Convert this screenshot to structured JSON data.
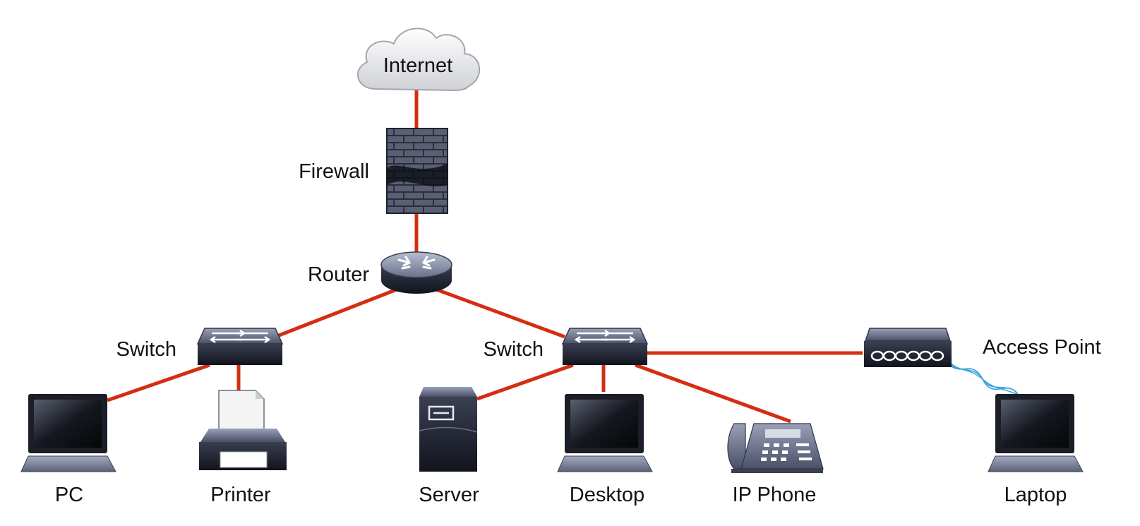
{
  "colors": {
    "link": "#d42e12",
    "wireless": "#3aa6d8",
    "device_dark": "#1f2433",
    "device_mid": "#4a5066",
    "device_light": "#8c93ab"
  },
  "nodes": {
    "internet": {
      "label": "Internet",
      "icon": "cloud-icon"
    },
    "firewall": {
      "label": "Firewall",
      "icon": "firewall-icon"
    },
    "router": {
      "label": "Router",
      "icon": "router-icon"
    },
    "switch_left": {
      "label": "Switch",
      "icon": "switch-icon"
    },
    "switch_center": {
      "label": "Switch",
      "icon": "switch-icon"
    },
    "access_point": {
      "label": "Access Point",
      "icon": "access-point-icon"
    },
    "pc": {
      "label": "PC",
      "icon": "laptop-icon"
    },
    "printer": {
      "label": "Printer",
      "icon": "printer-icon"
    },
    "server": {
      "label": "Server",
      "icon": "server-icon"
    },
    "desktop": {
      "label": "Desktop",
      "icon": "laptop-icon"
    },
    "ip_phone": {
      "label": "IP Phone",
      "icon": "ip-phone-icon"
    },
    "laptop": {
      "label": "Laptop",
      "icon": "laptop-icon"
    }
  },
  "links": [
    {
      "from": "internet",
      "to": "firewall",
      "type": "wired"
    },
    {
      "from": "firewall",
      "to": "router",
      "type": "wired"
    },
    {
      "from": "router",
      "to": "switch_left",
      "type": "wired"
    },
    {
      "from": "router",
      "to": "switch_center",
      "type": "wired"
    },
    {
      "from": "switch_left",
      "to": "pc",
      "type": "wired"
    },
    {
      "from": "switch_left",
      "to": "printer",
      "type": "wired"
    },
    {
      "from": "switch_center",
      "to": "server",
      "type": "wired"
    },
    {
      "from": "switch_center",
      "to": "desktop",
      "type": "wired"
    },
    {
      "from": "switch_center",
      "to": "ip_phone",
      "type": "wired"
    },
    {
      "from": "switch_center",
      "to": "access_point",
      "type": "wired"
    },
    {
      "from": "access_point",
      "to": "laptop",
      "type": "wireless"
    }
  ]
}
